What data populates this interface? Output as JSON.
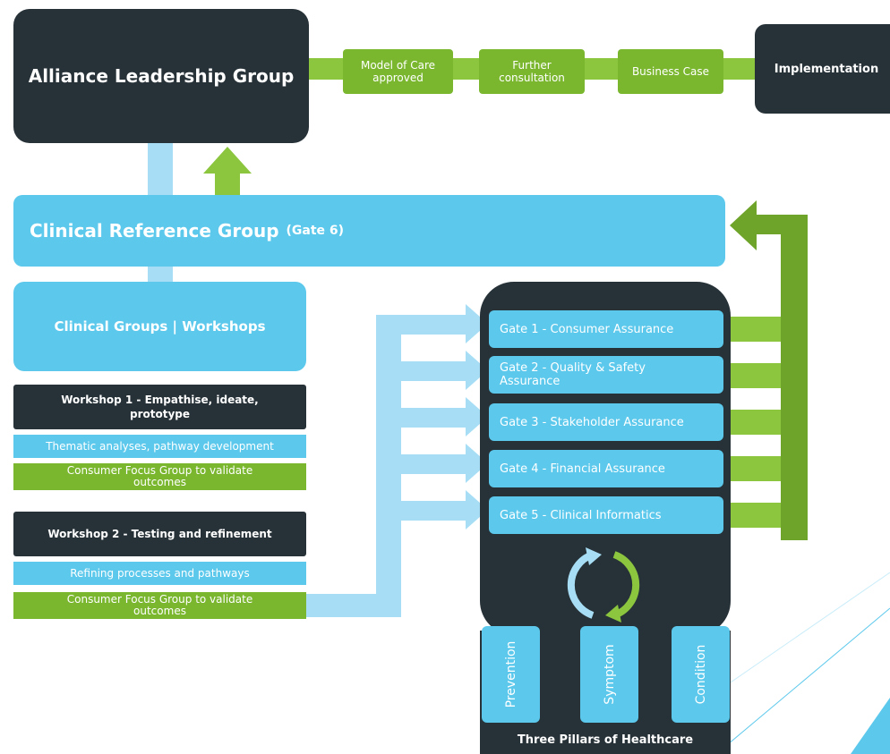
{
  "top": {
    "alg_title": "Alliance Leadership  Group",
    "steps": [
      "Model of Care approved",
      "Further consultation",
      "Business Case"
    ],
    "implementation": "Implementation"
  },
  "crg": {
    "title": "Clinical Reference Group",
    "gate": "(Gate 6)"
  },
  "clinical_groups": "Clinical Groups | Workshops",
  "workshop1": {
    "title": "Workshop  1 - Empathise, ideate, prototype",
    "thematic": "Thematic analyses, pathway development",
    "consumer": "Consumer Focus Group to validate outcomes"
  },
  "workshop2": {
    "title": "Workshop  2 - Testing and refinement",
    "refining": "Refining processes and pathways",
    "consumer": "Consumer Focus Group to validate outcomes"
  },
  "gates": [
    "Gate 1 - Consumer Assurance",
    "Gate 2 - Quality & Safety Assurance",
    "Gate 3 - Stakeholder Assurance",
    "Gate 4 - Financial Assurance",
    "Gate 5 - Clinical Informatics"
  ],
  "pillars": [
    "Prevention",
    "Symptom",
    "Condition"
  ],
  "pillars_caption": "Three Pillars of Healthcare",
  "colors": {
    "dark": "#273238",
    "blue": "#5bc8ec",
    "green": "#7ab72f",
    "light_blue": "#a8def5",
    "light_green": "#8cc63f"
  }
}
